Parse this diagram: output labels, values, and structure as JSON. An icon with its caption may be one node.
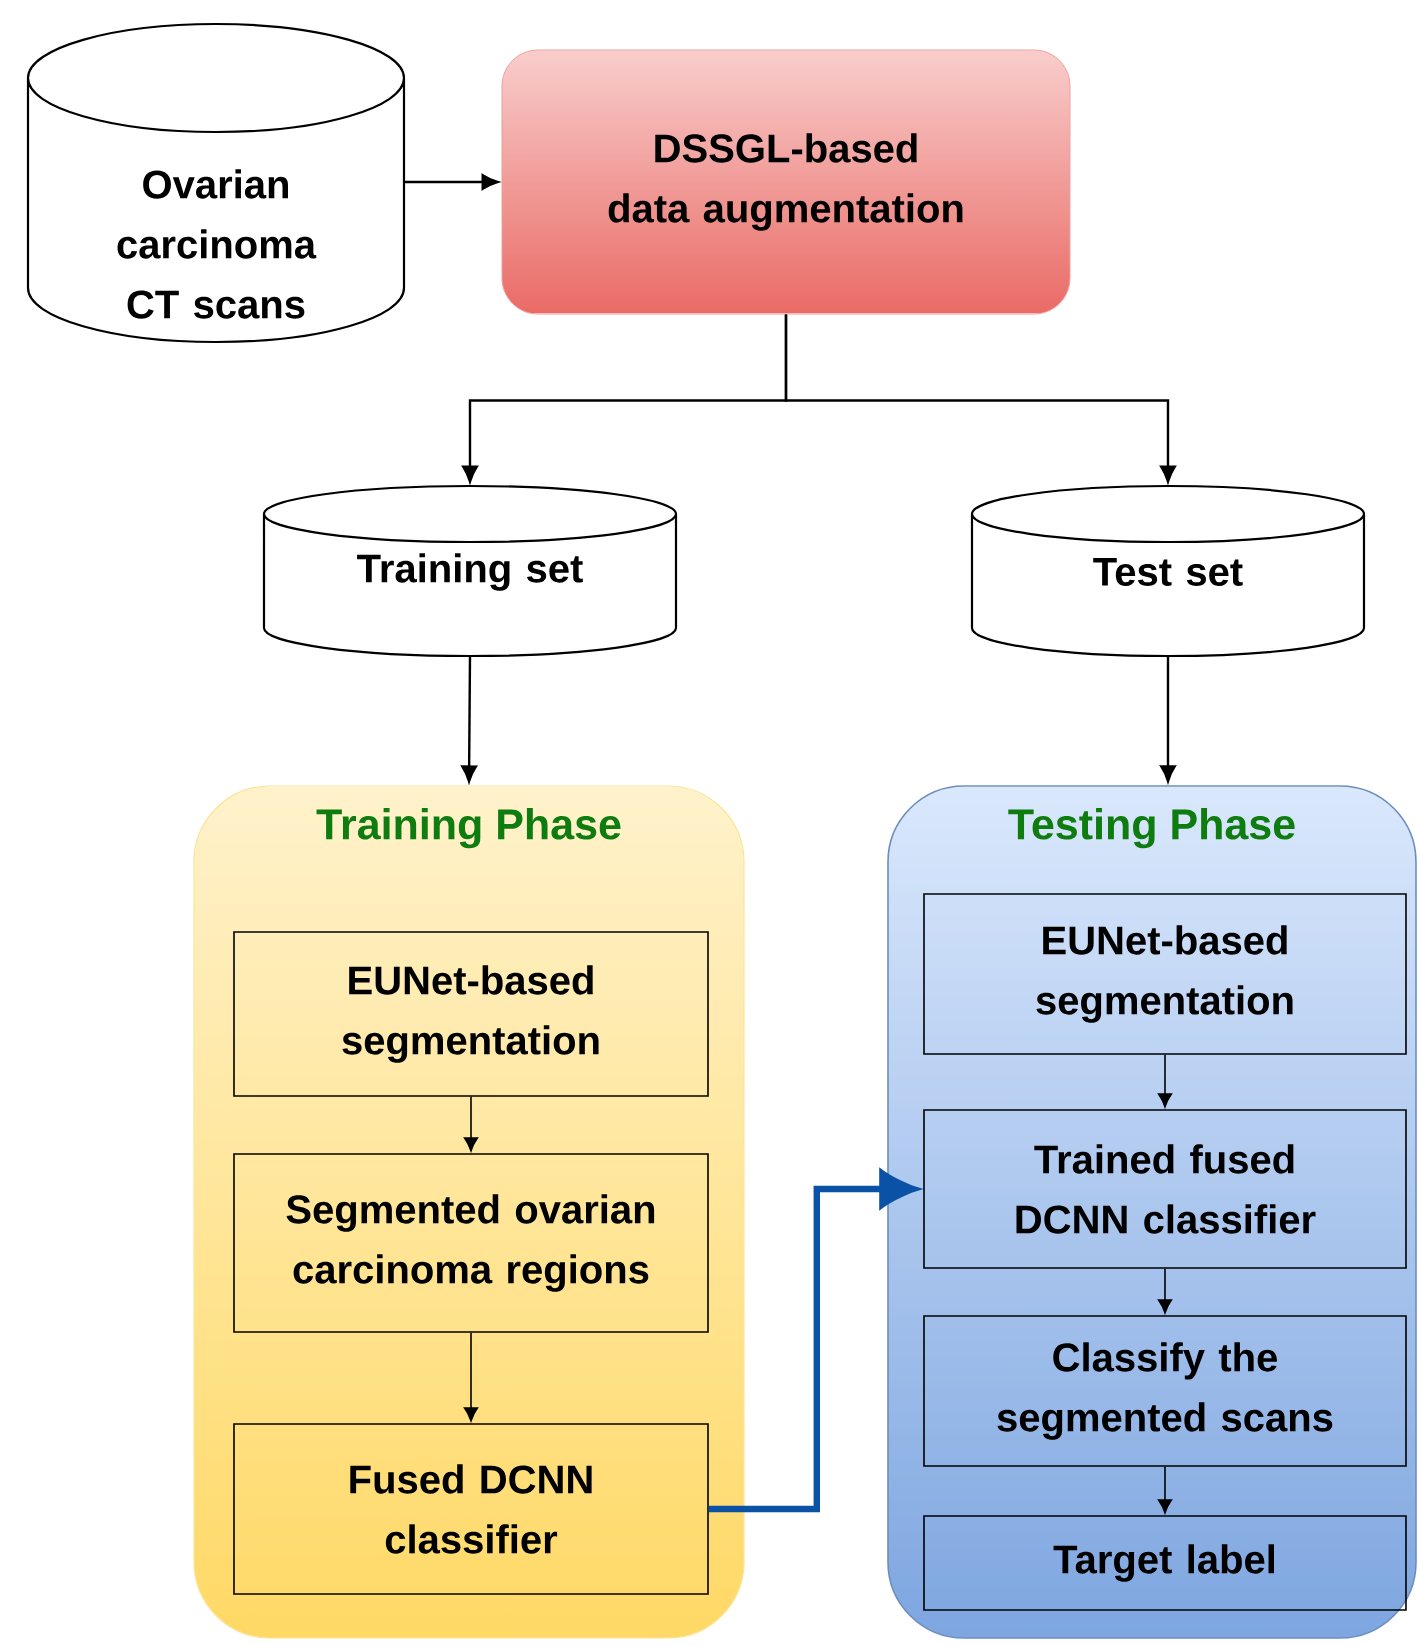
{
  "diagram": {
    "nodes": [
      {
        "text": [
          "Ovarian carcinoma CT scans"
        ]
      },
      {
        "text": [
          "DSSGL-based data augmentation"
        ]
      },
      {
        "text": [
          "Training set"
        ]
      },
      {
        "text": [
          "Test set"
        ]
      },
      {
        "text": [
          "Training Phase"
        ]
      },
      {
        "text": [
          "EUNet-based segmentation"
        ],
        "in": 4
      },
      {
        "text": [
          "Segmented ovarian carcinoma regions"
        ],
        "in": 4
      },
      {
        "text": [
          "Fused DCNN classifier"
        ],
        "in": 4
      },
      {
        "text": [
          "Testing Phase"
        ]
      },
      {
        "text": [
          "EUNet-based segmentation"
        ],
        "in": 8
      },
      {
        "text": [
          "Trained fused DCNN classifier"
        ],
        "in": 8
      },
      {
        "text": [
          "Classify the segmented scans"
        ],
        "in": 8
      },
      {
        "text": [
          "Target label"
        ],
        "in": 8
      }
    ],
    "edges": [
      {
        "from": 0,
        "to": 1,
        "arrow": "to"
      },
      {
        "from": 1,
        "to": 2,
        "arrow": "to"
      },
      {
        "from": 1,
        "to": 3,
        "arrow": "to"
      },
      {
        "from": 2,
        "to": 4,
        "arrow": "to"
      },
      {
        "from": 3,
        "to": 8,
        "arrow": "to"
      },
      {
        "from": 5,
        "to": 6,
        "arrow": "to"
      },
      {
        "from": 6,
        "to": 7,
        "arrow": "to"
      },
      {
        "from": 7,
        "to": 10,
        "arrow": "to",
        "style": "thick",
        "color": "#0a52a5"
      },
      {
        "from": 9,
        "to": 10,
        "arrow": "to"
      },
      {
        "from": 10,
        "to": 11,
        "arrow": "to"
      },
      {
        "from": 11,
        "to": 12,
        "arrow": "to"
      }
    ]
  }
}
